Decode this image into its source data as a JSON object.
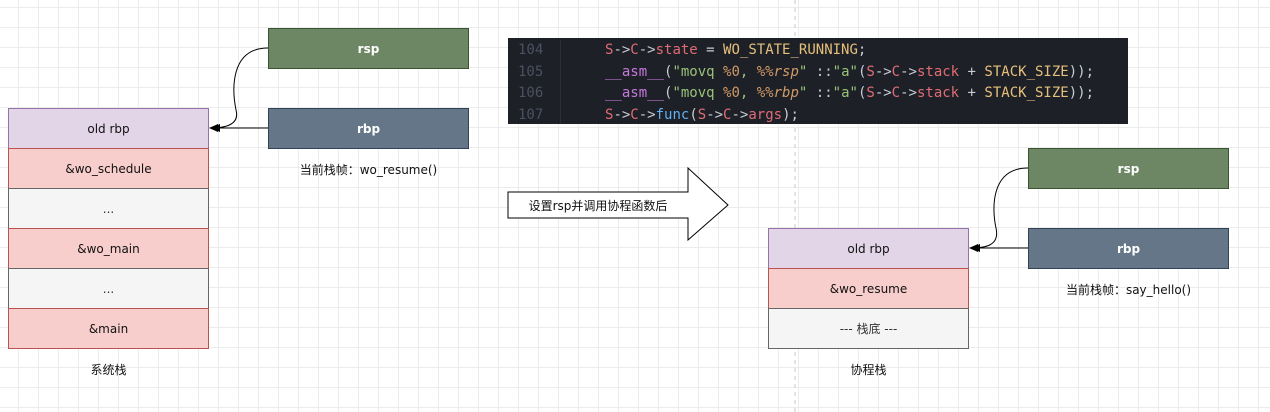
{
  "system_stack": {
    "cells": [
      {
        "label": "old rbp",
        "style": "purple"
      },
      {
        "label": "&wo_schedule",
        "style": "red"
      },
      {
        "label": "...",
        "style": "gray"
      },
      {
        "label": "&wo_main",
        "style": "red"
      },
      {
        "label": "...",
        "style": "gray"
      },
      {
        "label": "&main",
        "style": "red"
      }
    ],
    "caption": "系统栈"
  },
  "left_registers": {
    "rsp": "rsp",
    "rbp": "rbp",
    "frame_caption": "当前栈帧：wo_resume()"
  },
  "code": {
    "lines": [
      {
        "num": "104",
        "text": "S->C->state = WO_STATE_RUNNING;"
      },
      {
        "num": "105",
        "text": "__asm__(\"movq %0, %%rsp\" ::\"a\"(S->C->stack + STACK_SIZE));"
      },
      {
        "num": "106",
        "text": "__asm__(\"movq %0, %%rbp\" ::\"a\"(S->C->stack + STACK_SIZE));"
      },
      {
        "num": "107",
        "text": "S->C->func(S->C->args);"
      }
    ]
  },
  "transition_arrow": {
    "label": "设置rsp并调用协程函数后"
  },
  "coroutine_stack": {
    "cells": [
      {
        "label": "old rbp",
        "style": "purple"
      },
      {
        "label": "&wo_resume",
        "style": "red"
      },
      {
        "label": "--- 栈底 ---",
        "style": "gray"
      }
    ],
    "caption": "协程栈"
  },
  "right_registers": {
    "rsp": "rsp",
    "rbp": "rbp",
    "frame_caption": "当前栈帧：say_hello()"
  },
  "colors": {
    "rsp_fill": "#6d8764",
    "rbp_fill": "#647687",
    "old_rbp_fill": "#e1d5e7",
    "return_addr_fill": "#f8cecc",
    "filler_fill": "#f5f5f5",
    "code_bg": "#1e2027"
  }
}
